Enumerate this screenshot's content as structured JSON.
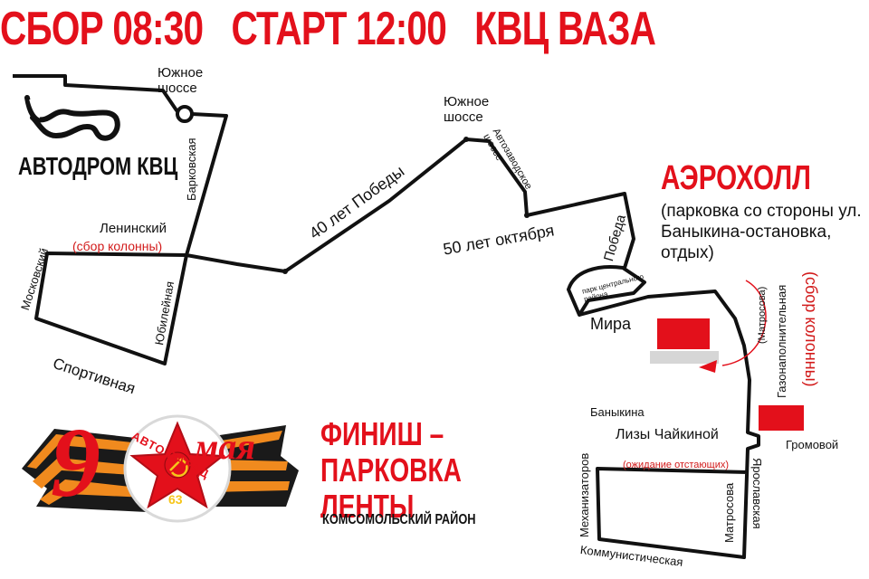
{
  "header": {
    "gather": "СБОР 08:30",
    "start": "СТАРТ 12:00",
    "place": "КВЦ ВАЗА"
  },
  "places": {
    "autodrome": "АВТОДРОМ КВЦ",
    "aerohall_title": "АЭРОХОЛЛ",
    "aerohall_note": "(парковка со стороны ул. Баныкина-остановка, отдых)",
    "finish": "ФИНИШ – ПАРКОВКА ЛЕНТЫ",
    "district": "КОМСОМОЛЬСКИЙ РАЙОН",
    "park": "парк центрального района"
  },
  "streets": {
    "yuzhnoe_1": "Южное шоссе",
    "yuzhnoe_2": "Южное шоссе",
    "barkovskaya": "Барковская",
    "leninsky": "Ленинский",
    "moskovsky": "Московский",
    "yubileynaya": "Юбилейная",
    "sportivnaya": "Спортивная",
    "pobedy40": "40 лет Победы",
    "avtozavodskoe": "Автозаводское шоссе",
    "oktyabrya50": "50 лет октября",
    "pobeda": "Победа",
    "mira": "Мира",
    "gazonapolnitelnaya": "Газонаполнительная",
    "matrosova_paren": "(Матросова)",
    "banykina": "Баныкина",
    "lizy": "Лизы Чайкиной",
    "mekhanizatorov": "Механизаторов",
    "matrosova": "Матросова",
    "kommunisticheskaya": "Коммунистическая",
    "yaroslavskaya": "Ярославская",
    "gromovoy": "Громовой"
  },
  "notes": {
    "sbor_left": "(сбор колонны)",
    "sbor_right": "(сбор колонны)",
    "waiting": "(ожидание отстающих)"
  },
  "logo": {
    "digit": "9",
    "month": "мая",
    "arc_text": "АВТО ПАРАД",
    "region": "63"
  },
  "colors": {
    "accent": "#e3101b",
    "route": "#111111",
    "ribbon_orange": "#f08a1e",
    "ribbon_black": "#1a1a1a",
    "parking_gray": "#d6d6d6"
  },
  "icons": {
    "star": "star-icon",
    "hammer_sickle": "hammer-sickle-icon"
  }
}
